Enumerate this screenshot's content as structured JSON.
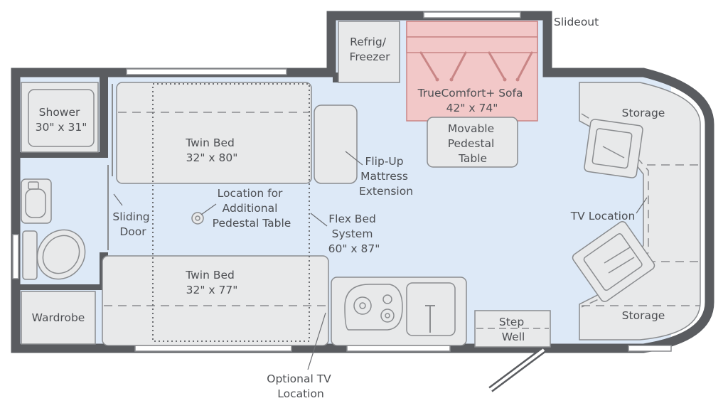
{
  "labels": {
    "slideout": "Slideout",
    "refrig": [
      "Refrig/",
      "Freezer"
    ],
    "sofa": [
      "TrueComfort+ Sofa",
      "42\" x 74\""
    ],
    "table": [
      "Movable",
      "Pedestal",
      "Table"
    ],
    "shower": [
      "Shower",
      "30\" x 31\""
    ],
    "twin_top": [
      "Twin Bed",
      "32\" x 80\""
    ],
    "flip": [
      "Flip-Up",
      "Mattress",
      "Extension"
    ],
    "storage_top": "Storage",
    "storage_bottom": "Storage",
    "tv_location": "TV Location",
    "location_ped": [
      "Location for",
      "Additional",
      "Pedestal Table"
    ],
    "sliding_door": [
      "Sliding",
      "Door"
    ],
    "flex_bed": [
      "Flex Bed",
      "System",
      "60\" x 87\""
    ],
    "twin_bottom": [
      "Twin Bed",
      "32\" x 77\""
    ],
    "wardrobe": "Wardrobe",
    "step_well": [
      "Step",
      "Well"
    ],
    "optional_tv": [
      "Optional TV",
      "Location"
    ]
  },
  "colors": {
    "wall": "#5a5c60",
    "floor": "#dde9f7",
    "furniture": "#e8e9ea",
    "outline": "#8a8c8f",
    "text": "#4d4f53",
    "sofa_fill": "#f2c8c8",
    "sofa_stroke": "#c98686",
    "window": "#ffffff"
  }
}
